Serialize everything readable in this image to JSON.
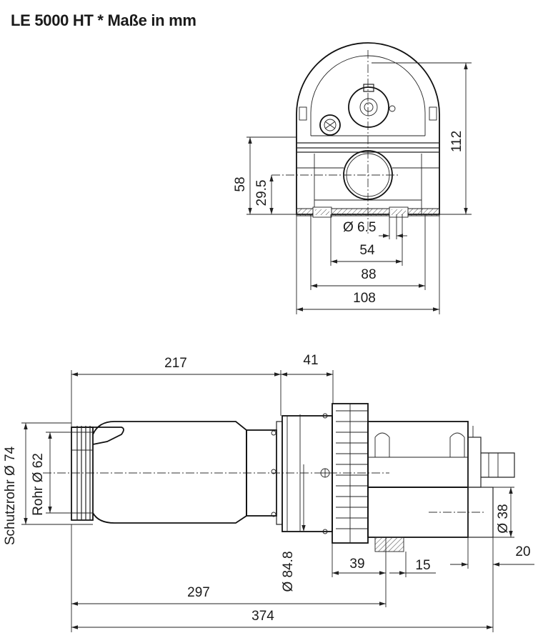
{
  "title": "LE 5000 HT * Maße in mm",
  "top_view": {
    "dimensions": {
      "height_total": "112",
      "height_58": "58",
      "height_29_5": "29.5",
      "hole_dia": "Ø 6.5",
      "width_54": "54",
      "width_88": "88",
      "width_108": "108"
    }
  },
  "side_view": {
    "dimensions": {
      "len_217": "217",
      "len_41": "41",
      "schutzrohr": "Schutzrohr Ø 74",
      "rohr": "Rohr Ø 62",
      "dia_84_8": "Ø 84.8",
      "len_39": "39",
      "len_15": "15",
      "dia_38": "Ø 38",
      "len_20": "20",
      "len_297": "297",
      "len_374": "374"
    }
  }
}
